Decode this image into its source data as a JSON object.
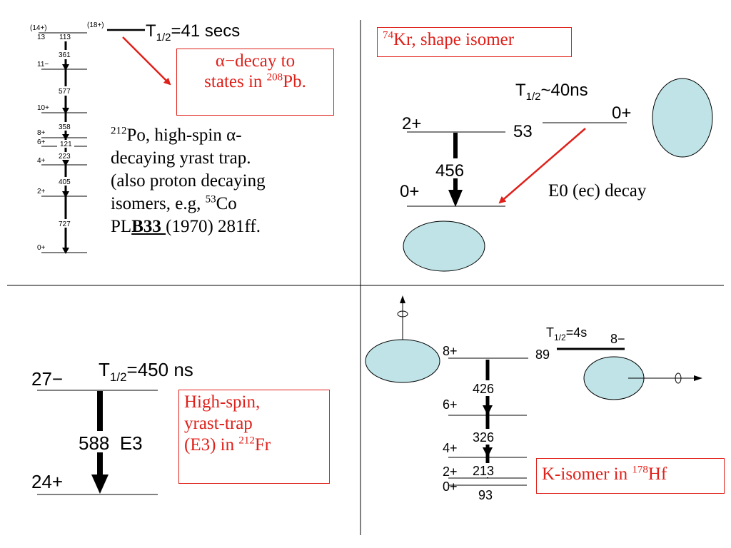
{
  "q1": {
    "states": [
      {
        "spin": "(14+)",
        "alt": "13",
        "energy": "113"
      },
      {
        "spin": "(18+)"
      },
      {
        "spin": "11−"
      },
      {
        "spin": "10+"
      },
      {
        "spin": "8+"
      },
      {
        "spin": "6+"
      },
      {
        "spin": "4+"
      },
      {
        "spin": "2+"
      },
      {
        "spin": "0+"
      }
    ],
    "transitions": [
      "361",
      "577",
      "358",
      "121",
      "223",
      "405",
      "727"
    ],
    "halflife_prefix": "T",
    "halflife_sub": "1/2",
    "halflife_value": "=41 secs",
    "alpha_box_line1": "α−decay to",
    "alpha_box_line2_pre": "states in ",
    "alpha_box_line2_sup": "208",
    "alpha_box_line2_post": "Pb.",
    "desc_sup": "212",
    "desc_line1": "Po, high-spin α-",
    "desc_line2": "decaying yrast trap.",
    "desc_line3": "(also proton decaying",
    "desc_line4_pre": "isomers, e.g, ",
    "desc_line4_sup": "53",
    "desc_line4_post": "Co",
    "desc_line5_pre": "PL",
    "desc_line5_bold": "B33 ",
    "desc_line5_post": "(1970) 281ff."
  },
  "q2": {
    "title_sup": "74",
    "title_text": "Kr, shape isomer",
    "halflife_prefix": "T",
    "halflife_sub": "1/2",
    "halflife_value": "~40ns",
    "level_2plus": "2+",
    "level_0plus": "0+",
    "isomer_energy": "53",
    "isomer_spin": "0+",
    "transition": "456",
    "decay_label": "E0 (ec) decay"
  },
  "q3": {
    "halflife_prefix": "T",
    "halflife_sub": "1/2",
    "halflife_value": "=450 ns",
    "upper_spin": "27−",
    "lower_spin": "24+",
    "transition": "588  E3",
    "box_line1": "High-spin,",
    "box_line2": "yrast-trap",
    "box_line3_pre": "(E3) in ",
    "box_line3_sup": "212",
    "box_line3_post": "Fr"
  },
  "q4": {
    "halflife_prefix": "T",
    "halflife_sub": "1/2",
    "halflife_value": "=4s",
    "isomer_spin": "8−",
    "isomer_energy": "89",
    "levels": [
      "8+",
      "6+",
      "4+",
      "2+",
      "0+"
    ],
    "transitions": [
      "426",
      "326",
      "213",
      "93"
    ],
    "box_pre": "K-isomer in ",
    "box_sup": "178",
    "box_post": "Hf"
  },
  "colors": {
    "accent_red": "#e0201a",
    "ellipse_fill": "#bfe3e6"
  }
}
